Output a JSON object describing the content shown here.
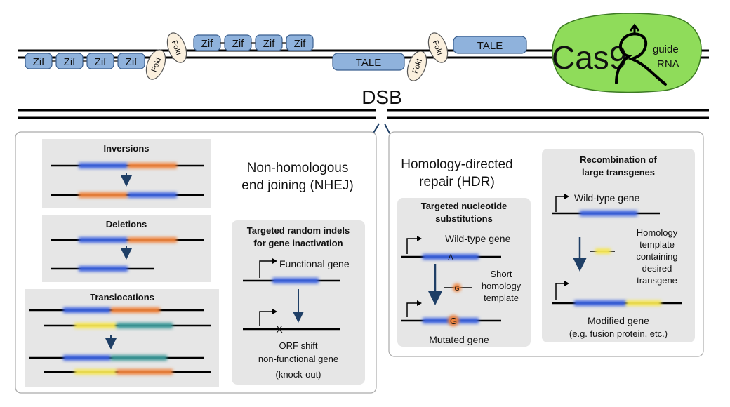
{
  "top": {
    "zif_label": "Zif",
    "foki_label": "FokI",
    "tale_label": "TALE",
    "cas9_label": "Cas9",
    "guide_line1": "guide",
    "guide_line2": "RNA",
    "dsb_label": "DSB"
  },
  "nhej": {
    "title_line1": "Non-homologous",
    "title_line2": "end joining (NHEJ)",
    "inversions": "Inversions",
    "deletions": "Deletions",
    "translocations": "Translocations",
    "indels_line1": "Targeted random indels",
    "indels_line2": "for gene inactivation",
    "functional_gene": "Functional gene",
    "orf_line1": "ORF shift",
    "orf_line2": "non-functional gene",
    "orf_line3": "(knock-out)",
    "x_mark": "X"
  },
  "hdr": {
    "title_line1": "Homology-directed",
    "title_line2": "repair (HDR)",
    "subst_line1": "Targeted nucleotide",
    "subst_line2": "substitutions",
    "wild_type_gene": "Wild-type gene",
    "base_a": "A",
    "base_g": "G",
    "short_line1": "Short",
    "short_line2": "homology",
    "short_line3": "template",
    "mutated_gene": "Mutated gene",
    "recomb_line1": "Recombination of",
    "recomb_line2": "large transgenes",
    "wild_type_gene2": "Wild-type gene",
    "homology_line1": "Homology",
    "homology_line2": "template",
    "homology_line3": "containing",
    "homology_line4": "desired",
    "homology_line5": "transgene",
    "modified_line1": "Modified gene",
    "modified_line2": "(e.g. fusion protein, etc.)"
  },
  "colors": {
    "blue": "#3d63e0",
    "orange": "#f0843c",
    "yellow": "#f5e652",
    "teal": "#3d9a9a",
    "cas9": "#8fdc5a",
    "zif": "#8fb2dc",
    "dark_arrow": "#1f3f66"
  }
}
